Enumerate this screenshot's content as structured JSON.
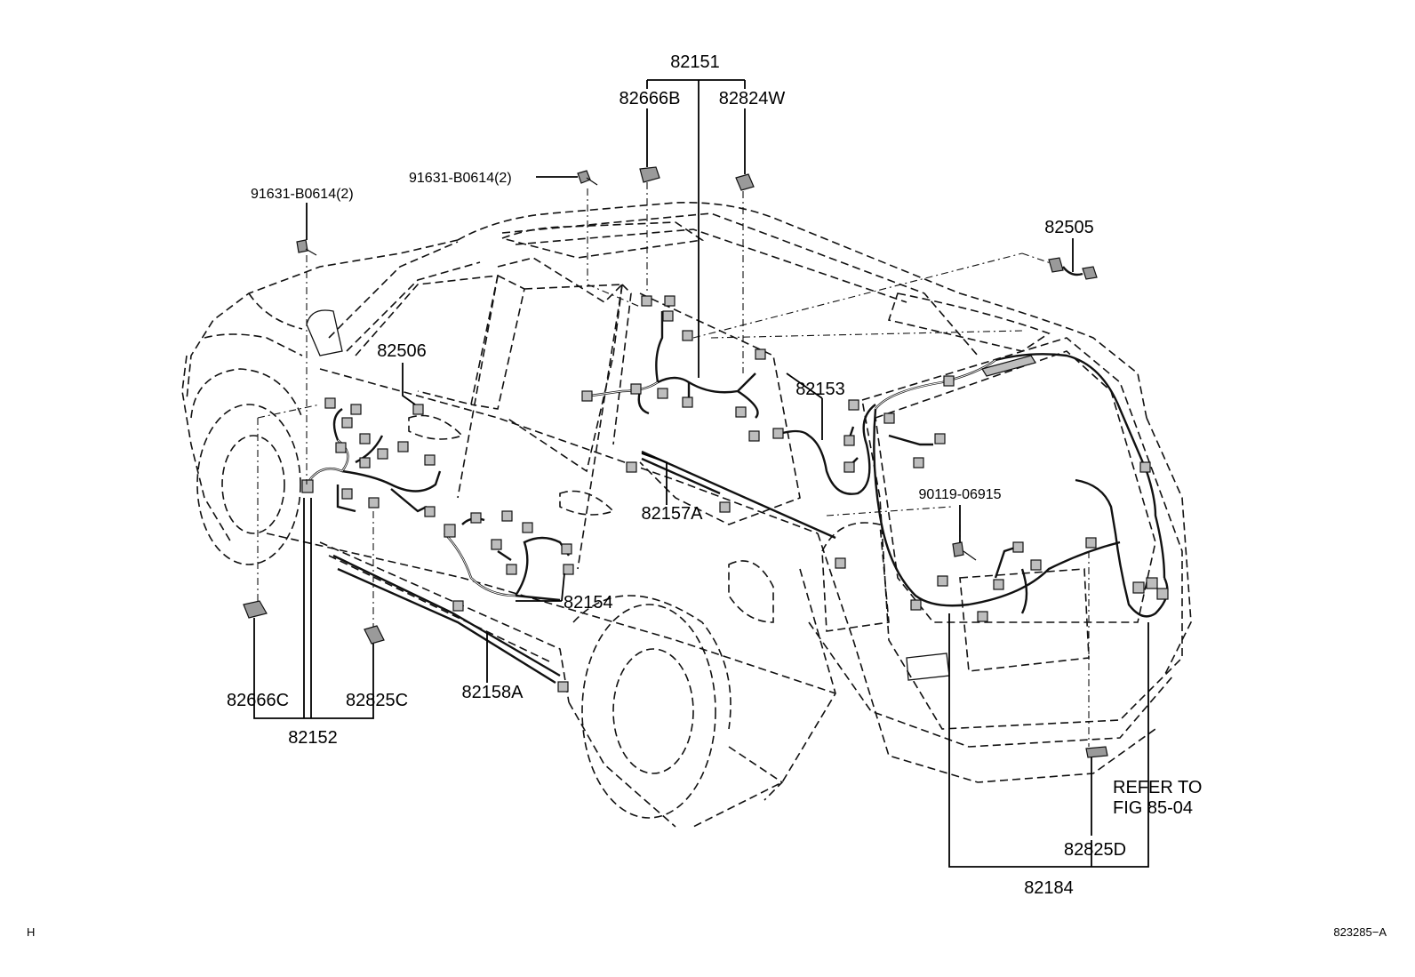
{
  "diagram": {
    "labels": {
      "p82151": "82151",
      "p82666B": "82666B",
      "p82824W": "82824W",
      "bolt_top": "91631-B0614(2)",
      "bolt_left": "91631-B0614(2)",
      "p82505": "82505",
      "p82506": "82506",
      "p82153": "82153",
      "p82157A": "82157A",
      "bolt_rear": "90119-06915",
      "p82154": "82154",
      "p82158A": "82158A",
      "p82666C": "82666C",
      "p82825C": "82825C",
      "p82152": "82152",
      "refer_line1": "REFER TO",
      "refer_line2": "FIG 85-04",
      "p82825D": "82825D",
      "p82184": "82184"
    },
    "footer": {
      "left_code": "H",
      "right_code": "823285−A"
    }
  }
}
